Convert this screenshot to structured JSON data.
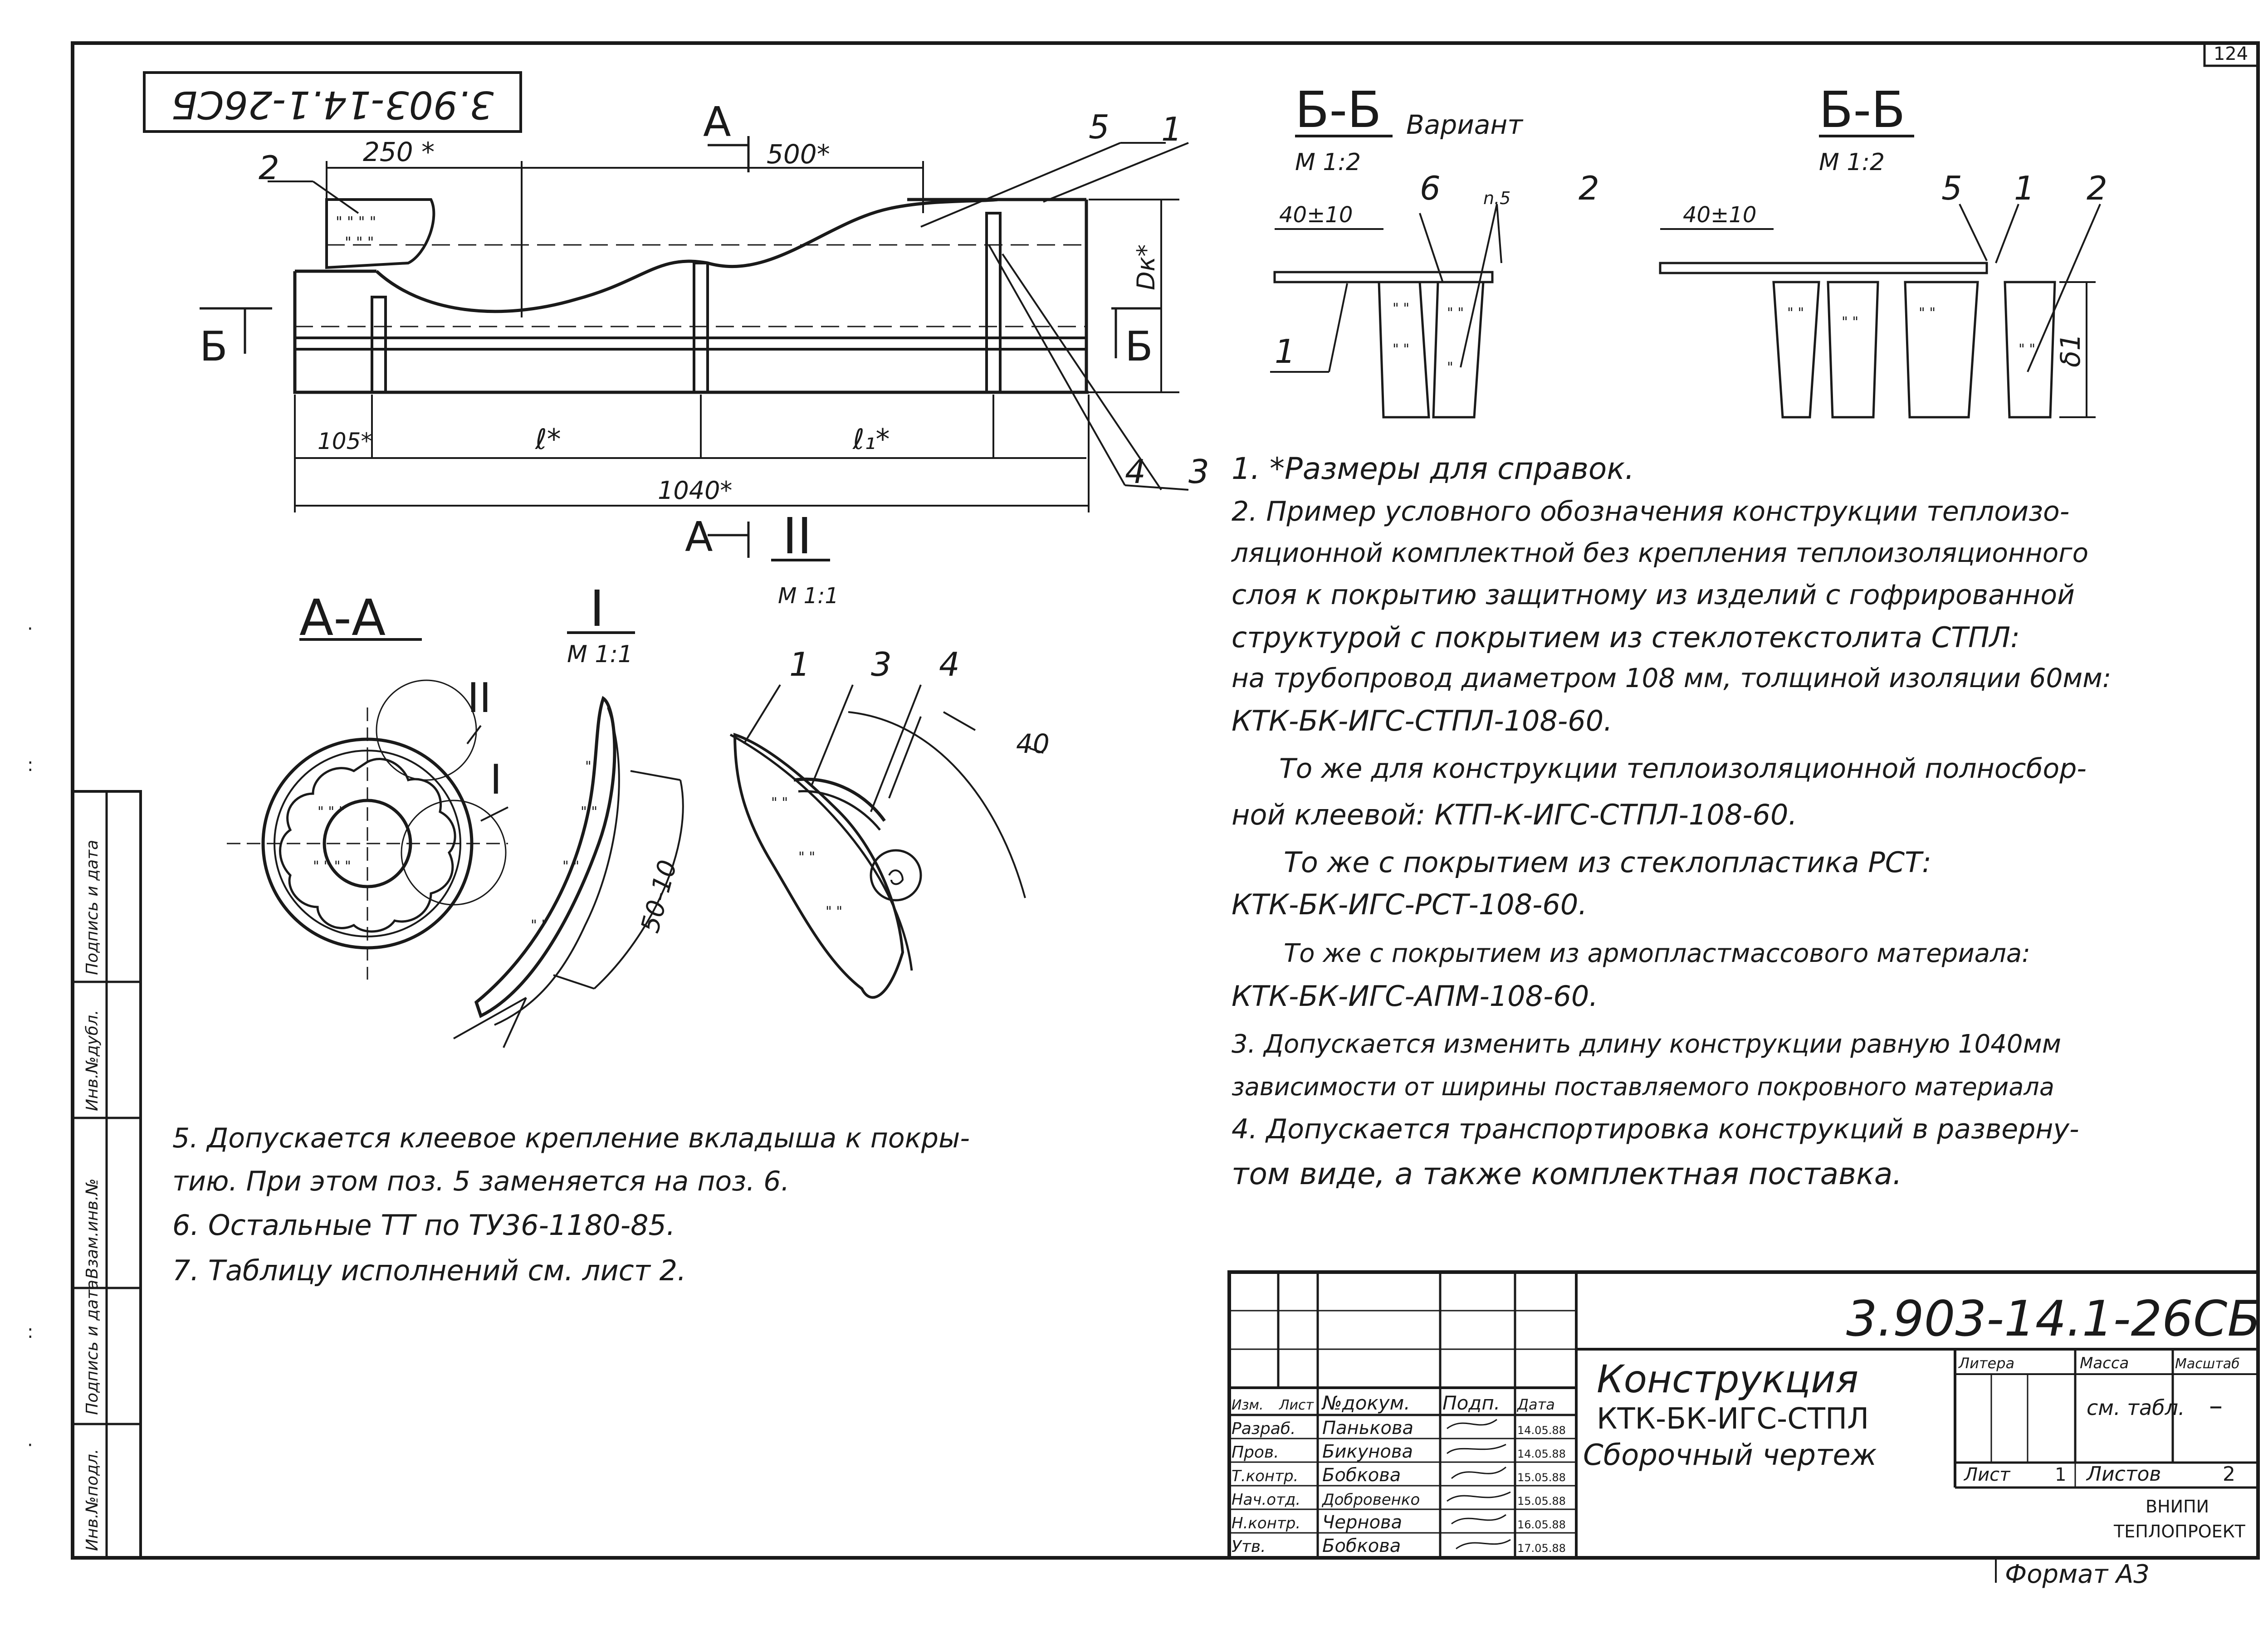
{
  "page_corner_number": "124",
  "stamp_code_rotated": "3.903-14.1-26СБ",
  "section_marks": {
    "A_top": "А",
    "A_bottom": "А",
    "B_left": "Б",
    "B_right": "Б"
  },
  "main_view": {
    "dim_250": "250 *",
    "dim_500": "500*",
    "dim_105": "105*",
    "dim_l": "ℓ*",
    "dim_l1": "ℓ₁*",
    "dim_1040": "1040*",
    "dim_dk": "Dк*",
    "leaders": [
      "1",
      "2",
      "3",
      "4",
      "5"
    ]
  },
  "section_bb_variant": {
    "title": "Б-Б",
    "note": "Вариант",
    "scale": "М 1:2",
    "dim": "40±10",
    "n5": "n.5",
    "leaders": [
      "1",
      "2",
      "6"
    ]
  },
  "section_bb": {
    "title": "Б-Б",
    "scale": "М 1:2",
    "dim": "40±10",
    "dim_delta": "δ1",
    "leaders": [
      "1",
      "2",
      "5"
    ]
  },
  "section_aa": {
    "title": "А-А",
    "mark_I": "I",
    "mark_II": "II"
  },
  "detail_I": {
    "title": "I",
    "scale": "М 1:1",
    "dim": "50-10"
  },
  "detail_II": {
    "title": "II",
    "scale": "М 1:1",
    "dim": "40",
    "leaders": [
      "1",
      "3",
      "4"
    ]
  },
  "notes_right": [
    "1. *Размеры для справок.",
    "2.  Пример условного обозначения конструкции теплоизо-",
    "ляционной комплектной без крепления теплоизоляционного",
    "слоя к покрытию защитному из изделий с гофрированной",
    "структурой с покрытием из стеклотекстолита СТПЛ:",
    "на трубопровод диаметром 108 мм, толщиной изоляции 60мм:",
    "КТК-БК-ИГС-СТПЛ-108-60.",
    "То же для конструкции теплоизоляционной полносбор-",
    "ной клеевой: КТП-К-ИГС-СТПЛ-108-60.",
    "То же с покрытием из стеклопластика РСТ:",
    "КТК-БК-ИГС-РСТ-108-60.",
    "То же с покрытием из армопластмассового материала:",
    "КТК-БК-ИГС-АПМ-108-60.",
    "3.  Допускается изменить длину конструкции равную 1040мм",
    "зависимости от ширины поставляемого покровного материала",
    "4.  Допускается транспортировка конструкций в разверну-",
    "том виде, а также комплектная поставка."
  ],
  "notes_left": [
    "5.  Допускается клеевое крепление вкладыша к покры-",
    "тию. При этом поз. 5 заменяется на поз. 6.",
    "6.  Остальные ТТ по ТУ36-1180-85.",
    "7.  Таблицу исполнений см. лист 2."
  ],
  "side_strip": [
    "Инв.№подл.",
    "Подпись и дата",
    "Взам.инв.№",
    "Инв.№дубл.",
    "Подпись и дата"
  ],
  "title_block": {
    "designation": "3.903-14.1-26СБ",
    "title_line1": "Конструкция",
    "title_line2": "КТК-БК-ИГС-СТПЛ",
    "title_line3": "Сборочный чертеж",
    "header_cols": [
      "Изм.",
      "Лист",
      "№докум.",
      "Подп.",
      "Дата"
    ],
    "rows": [
      {
        "role": "Разраб.",
        "name": "Панькова",
        "date": "14.05.88"
      },
      {
        "role": "Пров.",
        "name": "Бикунова",
        "date": "14.05.88"
      },
      {
        "role": "Т.контр.",
        "name": "Бобкова",
        "date": "15.05.88"
      },
      {
        "role": "Нач.отд.",
        "name": "Добровенко",
        "date": "15.05.88"
      },
      {
        "role": "Н.контр.",
        "name": "Чернова",
        "date": "16.05.88"
      },
      {
        "role": "Утв.",
        "name": "Бобкова",
        "date": "17.05.88"
      }
    ],
    "litera_label": "Литера",
    "mass_label": "Масса",
    "scale_label": "Масштаб",
    "mass_value": "см. табл.",
    "scale_value": "–",
    "sheet_label": "Лист",
    "sheet_value": "1",
    "sheets_label": "Листов",
    "sheets_value": "2",
    "org_line1": "ВНИПИ",
    "org_line2": "ТЕПЛОПРОЕКТ"
  },
  "format_label": "Формат А3"
}
